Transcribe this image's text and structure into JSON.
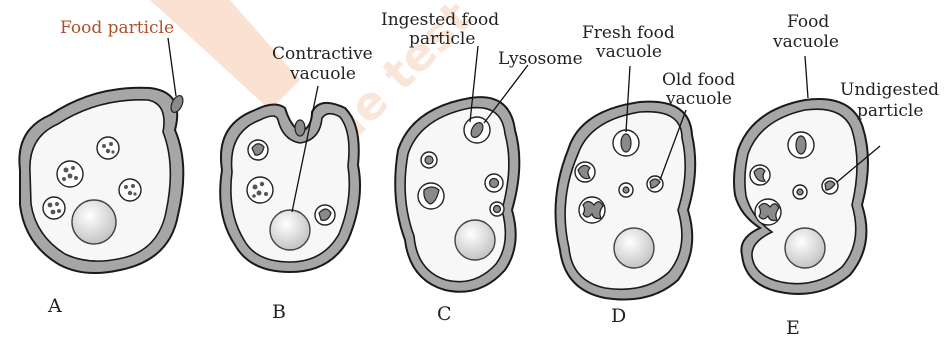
{
  "watermark": "Sample test",
  "labels": {
    "food_particle": "Food particle",
    "contractive_vacuole_1": "Contractive",
    "contractive_vacuole_2": "vacuole",
    "ingested_1": "Ingested food",
    "ingested_2": "particle",
    "lysosome": "Lysosome",
    "fresh_1": "Fresh food",
    "fresh_2": "vacuole",
    "old_1": "Old food",
    "old_2": "vacuole",
    "food_vac_1": "Food",
    "food_vac_2": "vacuole",
    "undigested_1": "Undigested",
    "undigested_2": "particle"
  },
  "stages": [
    "A",
    "B",
    "C",
    "D",
    "E"
  ],
  "colors": {
    "membrane": "#a6a6a6",
    "cytoplasm": "#f7f7f7",
    "watermark": "#f0a878"
  }
}
